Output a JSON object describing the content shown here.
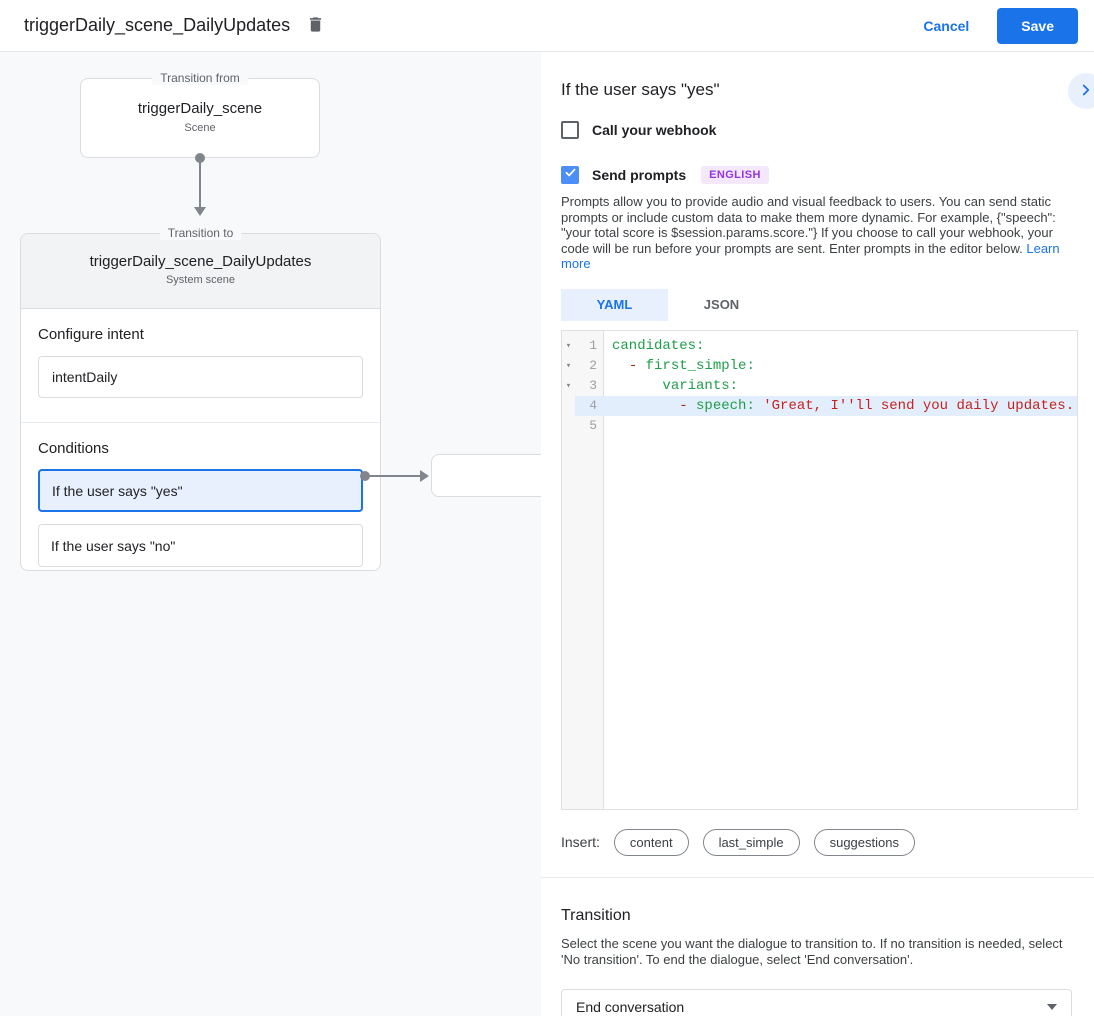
{
  "header": {
    "title": "triggerDaily_scene_DailyUpdates",
    "cancel_label": "Cancel",
    "save_label": "Save"
  },
  "flow": {
    "from_scene": {
      "group_label": "Transition from",
      "name": "triggerDaily_scene",
      "type": "Scene"
    },
    "to_scene": {
      "group_label": "Transition to",
      "name": "triggerDaily_scene_DailyUpdates",
      "type": "System scene",
      "configure_intent_label": "Configure intent",
      "intent_value": "intentDaily",
      "conditions_label": "Conditions",
      "conditions": [
        {
          "label": "If the user says \"yes\"",
          "selected": true
        },
        {
          "label": "If the user says \"no\"",
          "selected": false
        }
      ]
    }
  },
  "detail": {
    "title": "If the user says \"yes\"",
    "webhook": {
      "label": "Call your webhook",
      "checked": false
    },
    "prompts": {
      "label": "Send prompts",
      "checked": true,
      "language_badge": "ENGLISH",
      "description": "Prompts allow you to provide audio and visual feedback to users. You can send static prompts or include custom data to make them more dynamic. For example, {\"speech\": \"your total score is $session.params.score.\"} If you choose to call your webhook, your code will be run before your prompts are sent. Enter prompts in the editor below. ",
      "learn_more_label": "Learn more"
    },
    "editor": {
      "tabs": [
        {
          "label": "YAML",
          "active": true
        },
        {
          "label": "JSON",
          "active": false
        }
      ],
      "lines": [
        {
          "num": 1,
          "fold": true,
          "active": false,
          "tokens": [
            {
              "t": "candidates:",
              "c": "key"
            }
          ]
        },
        {
          "num": 2,
          "fold": true,
          "active": false,
          "tokens": [
            {
              "t": "  ",
              "c": "plain"
            },
            {
              "t": "- ",
              "c": "dash"
            },
            {
              "t": "first_simple:",
              "c": "key"
            }
          ]
        },
        {
          "num": 3,
          "fold": true,
          "active": false,
          "tokens": [
            {
              "t": "      ",
              "c": "plain"
            },
            {
              "t": "variants:",
              "c": "key"
            }
          ]
        },
        {
          "num": 4,
          "fold": false,
          "active": true,
          "tokens": [
            {
              "t": "        ",
              "c": "plain"
            },
            {
              "t": "- ",
              "c": "dash"
            },
            {
              "t": "speech:",
              "c": "key"
            },
            {
              "t": " ",
              "c": "plain"
            },
            {
              "t": "'Great, I''ll send you daily updates.",
              "c": "str"
            }
          ]
        },
        {
          "num": 5,
          "fold": false,
          "active": false,
          "tokens": []
        }
      ],
      "insert_label": "Insert:",
      "insert_chips": [
        "content",
        "last_simple",
        "suggestions"
      ]
    },
    "transition": {
      "title": "Transition",
      "description": "Select the scene you want the dialogue to transition to. If no transition is needed, select 'No transition'. To end the dialogue, select 'End conversation'.",
      "selected_value": "End conversation"
    }
  },
  "colors": {
    "accent_blue": "#1a73e8",
    "selected_condition_bg": "#e8f0fe",
    "checkbox_checked": "#4c8df6",
    "badge_bg": "#f3e8fd",
    "badge_text": "#9334e6",
    "active_line_bg": "#e3eefc",
    "code_key": "#1e9e4a",
    "code_dash": "#a52714",
    "code_string": "#c5221f",
    "left_panel_bg": "#f8f9fa"
  }
}
